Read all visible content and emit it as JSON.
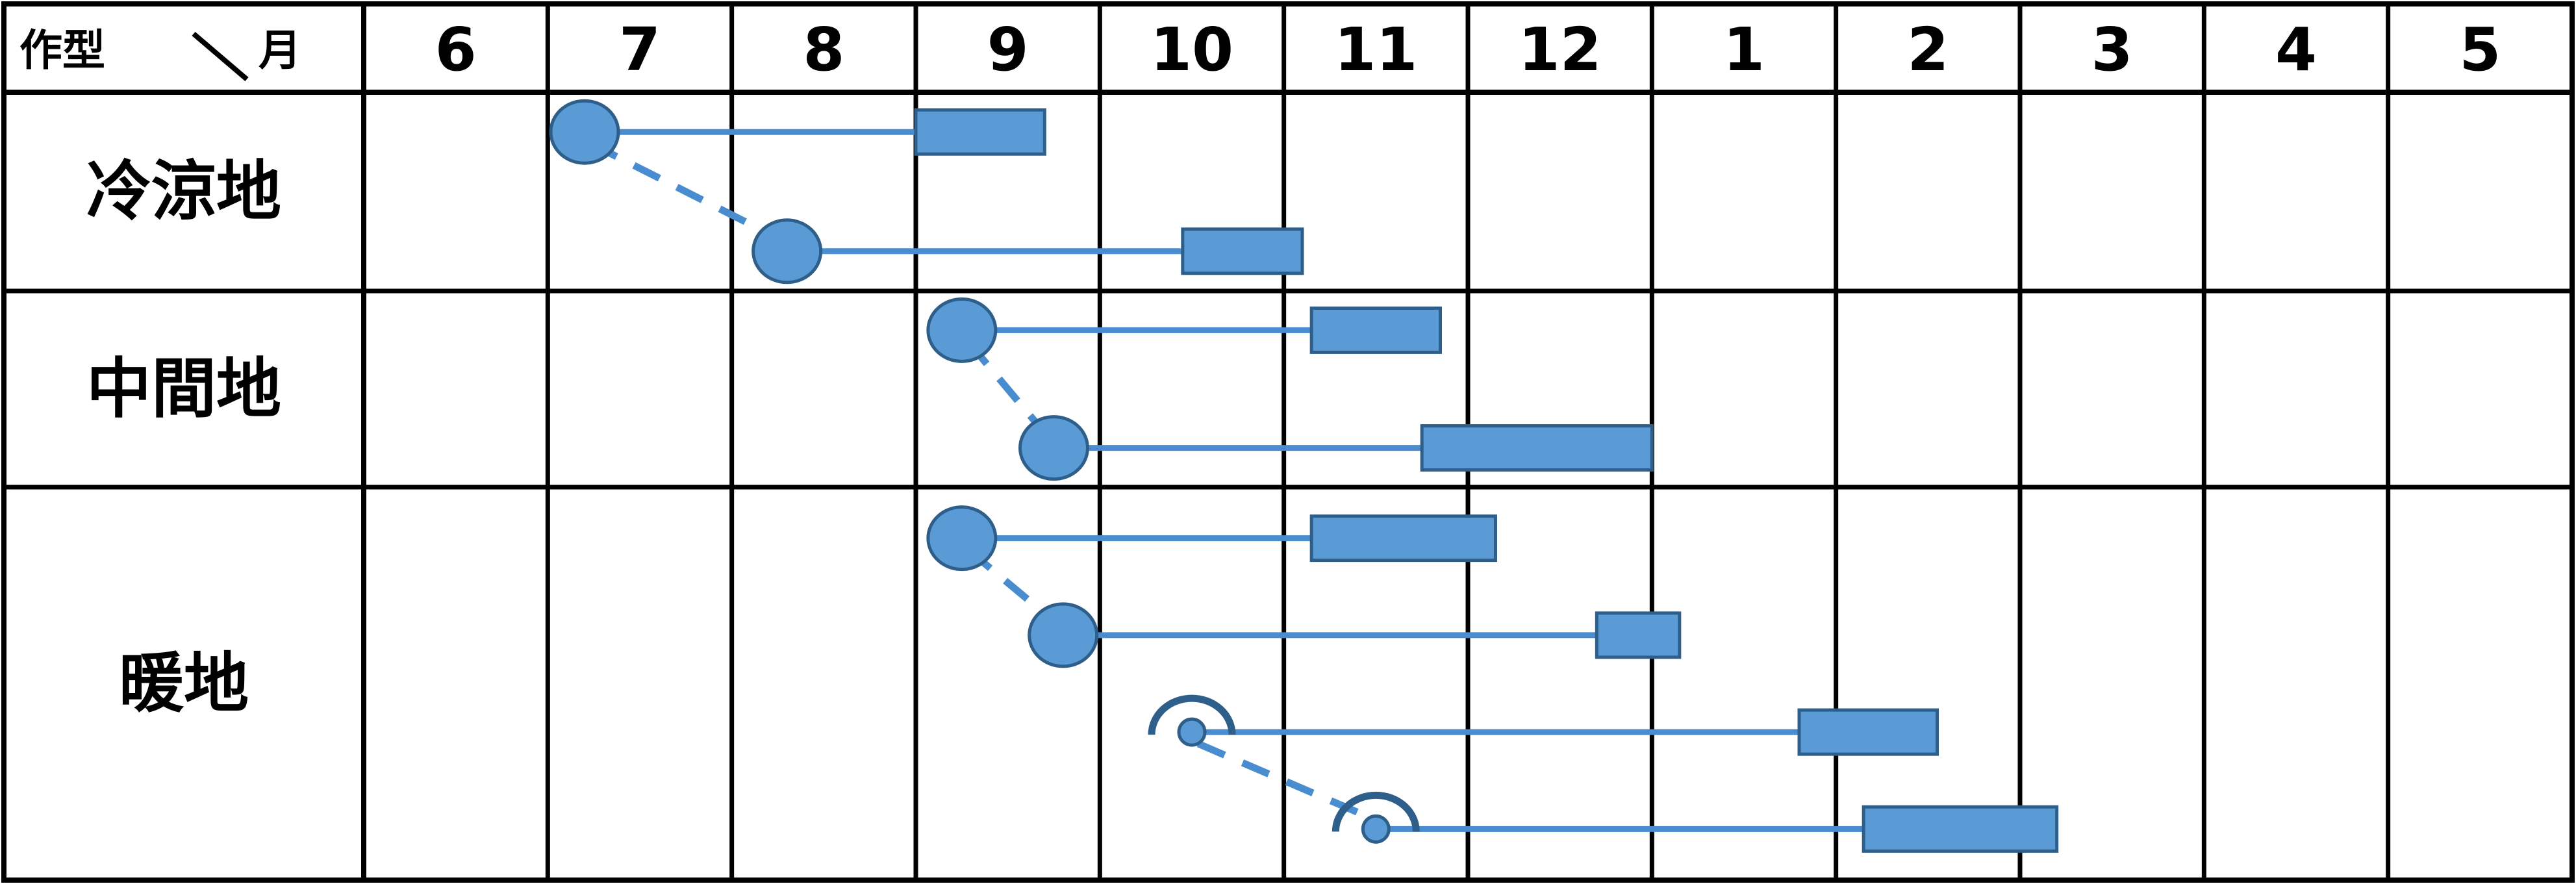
{
  "header": {
    "row_label": "作型",
    "column_label": "月"
  },
  "months": [
    "6",
    "7",
    "8",
    "9",
    "10",
    "11",
    "12",
    "1",
    "2",
    "3",
    "4",
    "5"
  ],
  "rows": [
    {
      "label": "冷涼地"
    },
    {
      "label": "中間地"
    },
    {
      "label": "暖地"
    }
  ],
  "colors": {
    "grid": "#000000",
    "mark_fill": "#5b9bd5",
    "mark_stroke": "#2e5f8a",
    "line": "#4a8cd0",
    "cover_icon": "#2e5f8a"
  },
  "chart_data": {
    "type": "table",
    "note_units": "start/harvest values are month-axis positions where 0 = start of June and each unit is one month",
    "tracks": [
      {
        "row": 0,
        "start": 1.2,
        "harvest": [
          3.0,
          3.7
        ],
        "cover": false
      },
      {
        "row": 0,
        "start": 2.3,
        "harvest": [
          4.45,
          5.1
        ],
        "cover": false
      },
      {
        "row": 1,
        "start": 3.25,
        "harvest": [
          5.15,
          5.85
        ],
        "cover": false
      },
      {
        "row": 1,
        "start": 3.75,
        "harvest": [
          5.75,
          7.0
        ],
        "cover": false
      },
      {
        "row": 2,
        "start": 3.25,
        "harvest": [
          5.15,
          6.15
        ],
        "cover": false
      },
      {
        "row": 2,
        "start": 3.8,
        "harvest": [
          6.7,
          7.15
        ],
        "cover": false
      },
      {
        "row": 2,
        "start": 4.5,
        "harvest": [
          7.8,
          8.55
        ],
        "cover": true
      },
      {
        "row": 2,
        "start": 5.5,
        "harvest": [
          8.15,
          9.2
        ],
        "cover": true
      }
    ],
    "links": [
      [
        0,
        1
      ],
      [
        2,
        3
      ],
      [
        4,
        5
      ],
      [
        6,
        7
      ]
    ]
  }
}
